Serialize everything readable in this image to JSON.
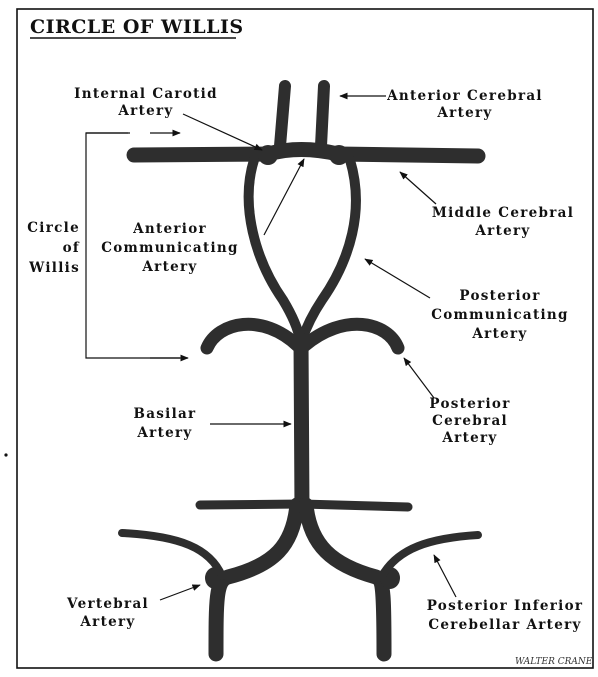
{
  "title": "CIRCLE OF WILLIS",
  "labels": {
    "internal_carotid": [
      "Internal Carotid",
      "Artery"
    ],
    "anterior_cerebral": [
      "Anterior Cerebral",
      "Artery"
    ],
    "circle_of_willis": [
      "Circle",
      "of",
      "Willis"
    ],
    "anterior_communicating": [
      "Anterior",
      "Communicating",
      "Artery"
    ],
    "middle_cerebral": [
      "Middle Cerebral",
      "Artery"
    ],
    "posterior_communicating": [
      "Posterior",
      "Communicating",
      "Artery"
    ],
    "basilar": [
      "Basilar",
      "Artery"
    ],
    "posterior_cerebral": [
      "Posterior",
      "Cerebral",
      "Artery"
    ],
    "vertebral": [
      "Vertebral",
      "Artery"
    ],
    "posterior_inferior_cerebellar": [
      "Posterior Inferior",
      "Cerebellar Artery"
    ]
  },
  "signature": "WALTER CRANE"
}
